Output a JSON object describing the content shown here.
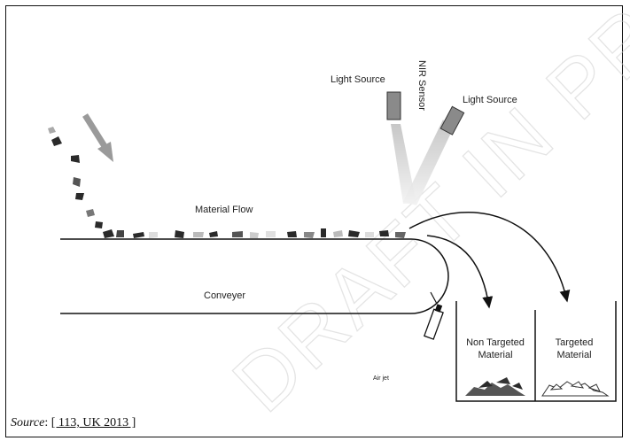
{
  "figure": {
    "labels": {
      "light_source_left": "Light Source",
      "nir_sensor": "NIR Sensor",
      "light_source_right": "Light Source",
      "material_flow": "Material Flow",
      "conveyer": "Conveyer",
      "air_jet": "Air jet",
      "non_targeted_line1": "Non Targeted",
      "non_targeted_line2": "Material",
      "targeted_line1": "Targeted",
      "targeted_line2": "Material"
    },
    "watermark": "DRAFT IN PROGRESS",
    "colors": {
      "outline": "#111111",
      "material_dark": "#2a2a2a",
      "beam": "#d9d9d9",
      "arrow_grey": "#9a9a9a",
      "watermark": "#e6e6e6"
    }
  },
  "source": {
    "label": "Source",
    "separator": ":",
    "reference": "[ 113, UK 2013 ]"
  }
}
